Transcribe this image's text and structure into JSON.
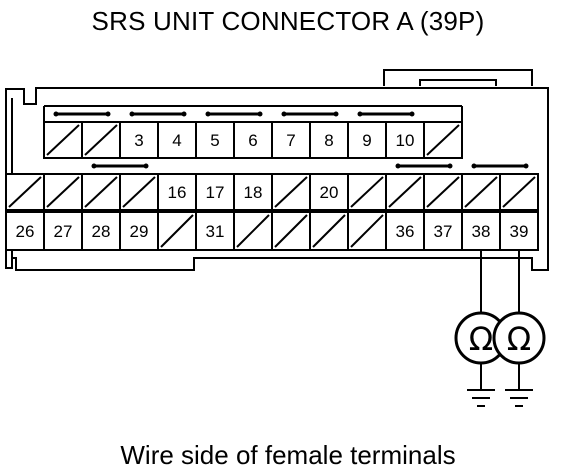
{
  "title": "SRS UNIT CONNECTOR A (39P)",
  "caption": "Wire side of female terminals",
  "connector": {
    "rows": [
      {
        "row": 1,
        "cells": [
          {
            "pin": "",
            "empty": true
          },
          {
            "pin": "",
            "empty": true
          },
          {
            "pin": "3",
            "empty": false
          },
          {
            "pin": "4",
            "empty": false
          },
          {
            "pin": "5",
            "empty": false
          },
          {
            "pin": "6",
            "empty": false
          },
          {
            "pin": "7",
            "empty": false
          },
          {
            "pin": "8",
            "empty": false
          },
          {
            "pin": "9",
            "empty": false
          },
          {
            "pin": "10",
            "empty": false
          },
          {
            "pin": "",
            "empty": true
          }
        ],
        "shorting_bars": [
          [
            0,
            1
          ],
          [
            2,
            3
          ],
          [
            4,
            5
          ],
          [
            6,
            7
          ],
          [
            8,
            9
          ]
        ]
      },
      {
        "row": 2,
        "cells": [
          {
            "pin": "",
            "empty": true
          },
          {
            "pin": "",
            "empty": true
          },
          {
            "pin": "",
            "empty": true
          },
          {
            "pin": "",
            "empty": true
          },
          {
            "pin": "16",
            "empty": false
          },
          {
            "pin": "17",
            "empty": false
          },
          {
            "pin": "18",
            "empty": false
          },
          {
            "pin": "",
            "empty": true
          },
          {
            "pin": "20",
            "empty": false
          },
          {
            "pin": "",
            "empty": true
          },
          {
            "pin": "",
            "empty": true
          },
          {
            "pin": "",
            "empty": true
          },
          {
            "pin": "",
            "empty": true
          },
          {
            "pin": "",
            "empty": true
          }
        ],
        "shorting_bars": [
          [
            2,
            3
          ],
          [
            10,
            11
          ],
          [
            12,
            13
          ]
        ]
      },
      {
        "row": 3,
        "cells": [
          {
            "pin": "26",
            "empty": false
          },
          {
            "pin": "27",
            "empty": false
          },
          {
            "pin": "28",
            "empty": false
          },
          {
            "pin": "29",
            "empty": false
          },
          {
            "pin": "",
            "empty": true
          },
          {
            "pin": "31",
            "empty": false
          },
          {
            "pin": "",
            "empty": true
          },
          {
            "pin": "",
            "empty": true
          },
          {
            "pin": "",
            "empty": true
          },
          {
            "pin": "",
            "empty": true
          },
          {
            "pin": "36",
            "empty": false
          },
          {
            "pin": "37",
            "empty": false
          },
          {
            "pin": "38",
            "empty": false
          },
          {
            "pin": "39",
            "empty": false
          }
        ],
        "shorting_bars": []
      }
    ]
  },
  "meters": [
    {
      "symbol": "Ω",
      "pin": "38",
      "ground": "ground-icon"
    },
    {
      "symbol": "Ω",
      "pin": "39",
      "ground": "ground-icon"
    }
  ]
}
